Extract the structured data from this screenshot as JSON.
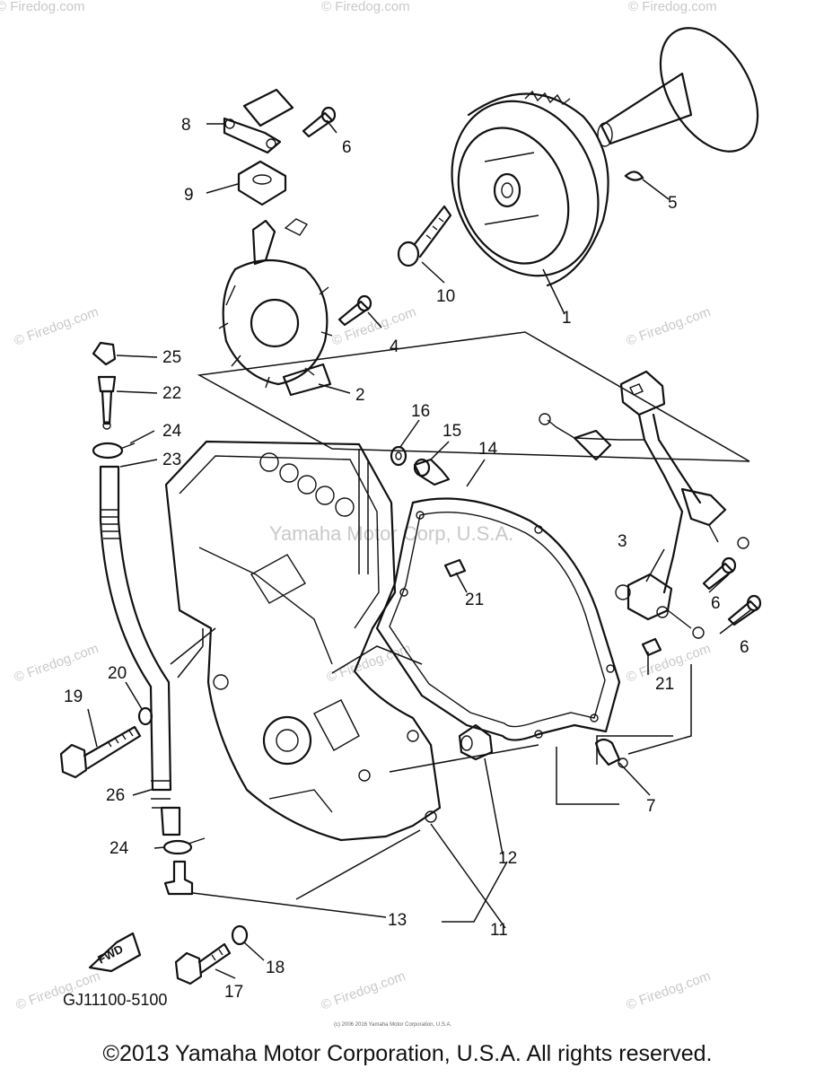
{
  "watermark_text": "© Firedog.com",
  "center_watermark": "Yamaha Motor Corp, U.S.A.",
  "diagram_code": "GJ11100-5100",
  "fwd_label": "FWD",
  "tiny_notice": "(c) 2006 2016 Yamaha Motor Corporation, U.S.A.",
  "copyright": "©2013 Yamaha Motor Corporation, U.S.A. All rights reserved.",
  "callouts": {
    "c1": "1",
    "c2": "2",
    "c3": "3",
    "c4": "4",
    "c5": "5",
    "c6a": "6",
    "c6b": "6",
    "c6c": "6",
    "c7": "7",
    "c8": "8",
    "c9": "9",
    "c10": "10",
    "c11": "11",
    "c12": "12",
    "c13": "13",
    "c14": "14",
    "c15": "15",
    "c16": "16",
    "c17": "17",
    "c18": "18",
    "c19": "19",
    "c20": "20",
    "c21a": "21",
    "c21b": "21",
    "c22": "22",
    "c23": "23",
    "c24a": "24",
    "c24b": "24",
    "c25": "25",
    "c26": "26"
  }
}
